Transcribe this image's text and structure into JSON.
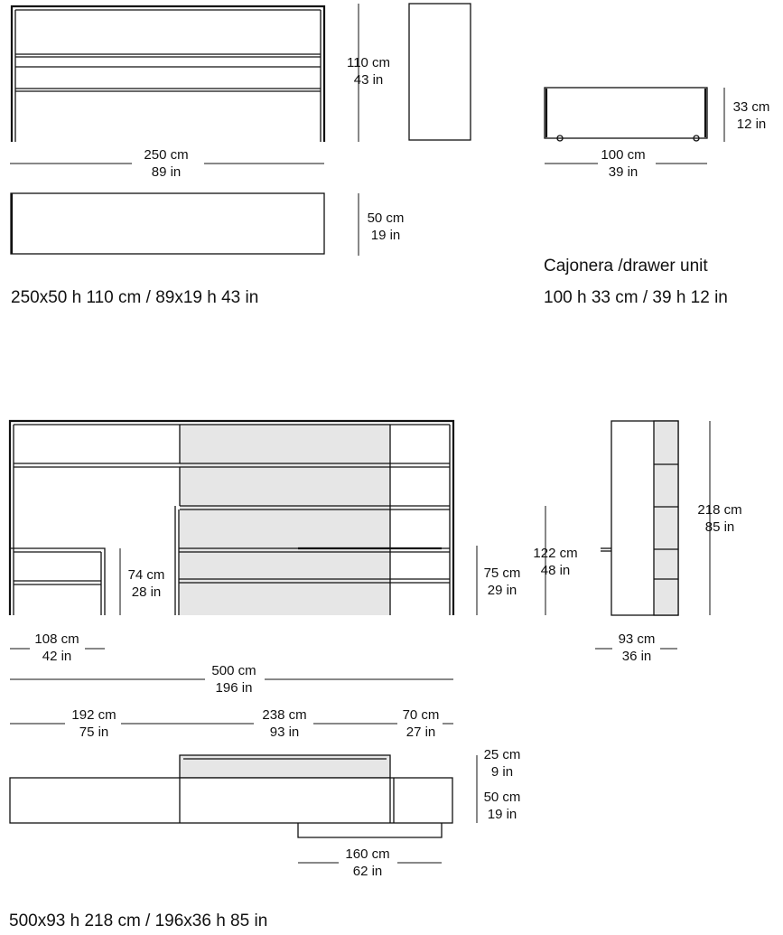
{
  "top_piece": {
    "width_cm": "250 cm",
    "width_in": "89 in",
    "height_cm": "110 cm",
    "height_in": "43 in",
    "depth_cm": "50 cm",
    "depth_in": "19 in",
    "caption": "250x50 h 110 cm /  89x19 h 43 in"
  },
  "drawer_unit": {
    "width_cm": "100 cm",
    "width_in": "39   in",
    "height_cm": "33 cm",
    "height_in": "12  in",
    "title": "Cajonera /drawer unit",
    "caption": "100 h 33 cm / 39 h 12 in"
  },
  "wall_unit": {
    "desk_height_cm": "74 cm",
    "desk_height_in": "28 in",
    "right_height_cm": "75 cm",
    "right_height_in": "29 in",
    "mid_height_cm": "122 cm",
    "mid_height_in": "48 in",
    "total_height_cm": "218 cm",
    "total_height_in": "85 in",
    "desk_width_cm": "108 cm",
    "desk_width_in": "42   in",
    "total_width_cm": "500 cm",
    "total_width_in": "196  in",
    "seg1_cm": "192 cm",
    "seg1_in": "75   in",
    "seg2_cm": "238 cm",
    "seg2_in": "93   in",
    "seg3_cm": "70 cm",
    "seg3_in": "27  in",
    "side_depth_cm": "93 cm",
    "side_depth_in": "36  in",
    "plan_top_cm": "25 cm",
    "plan_top_in": "9   in",
    "plan_depth_cm": "50 cm",
    "plan_depth_in": "19  in",
    "shelf_width_cm": "160 cm",
    "shelf_width_in": "62   in",
    "caption": "500x93 h 218 cm /  196x36 h 85 in"
  }
}
